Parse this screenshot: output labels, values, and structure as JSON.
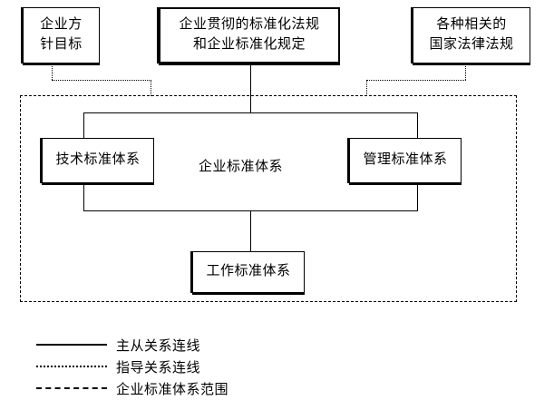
{
  "diagram": {
    "title_boxes": {
      "policy": {
        "line1": "企业方",
        "line2": "针目标"
      },
      "regulations": {
        "line1": "企业贯彻的标准化法规",
        "line2": "和企业标准化规定"
      },
      "national_laws": {
        "line1": "各种相关的",
        "line2": "国家法律法规"
      }
    },
    "scope_label": "企业标准体系",
    "sub_systems": {
      "technical": "技术标准体系",
      "management": "管理标准体系",
      "work": "工作标准体系"
    }
  },
  "legend": {
    "items": [
      {
        "style": "solid",
        "label": "主从关系连线"
      },
      {
        "style": "dotted",
        "label": "指导关系连线"
      },
      {
        "style": "dashed",
        "label": "企业标准体系范围"
      }
    ]
  },
  "colors": {
    "stroke": "#000000",
    "background": "#ffffff"
  }
}
